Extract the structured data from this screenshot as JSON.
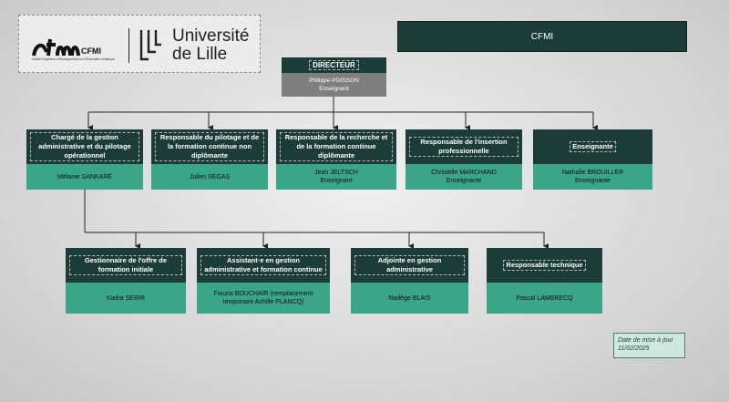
{
  "logos": {
    "cfmi_word": "CFMI",
    "cfmi_subtitle": "Institut Supérieur d'Enseignement et d'Éducation Artistique",
    "univ_line1": "Université",
    "univ_line2": "de Lille"
  },
  "banner": {
    "text": "CFMI"
  },
  "director": {
    "title": "DIRECTEUR",
    "name": "Philippe POISSON",
    "role": "Enseignant"
  },
  "row1": [
    {
      "title": "Chargé de la gestion administrative et du pilotage opérationnel",
      "name": "Mélanie SANKARÉ",
      "role": ""
    },
    {
      "title": "Responsable du pilotage et de la formation continue non diplômante",
      "name": "Julien SEGAS",
      "role": ""
    },
    {
      "title": "Responsable de la recherche et de la formation continue diplômante",
      "name": "Jean JELTSCH",
      "role": "Enseignant"
    },
    {
      "title": "Responsable de l'insertion professionnelle",
      "name": "Christelle MARCHAND",
      "role": "Enseignante"
    },
    {
      "title": "Enseignante",
      "name": "Nathalie BROUILLER",
      "role": "Enseignante"
    }
  ],
  "row2": [
    {
      "title": "Gestionnaire de l'offre de formation initiale",
      "name": "Kadra SERIR",
      "role": ""
    },
    {
      "title": "Assistant·e en gestion administrative et formation continue",
      "name": "Fouzia BOUCHAÏR (remplacement temporaire Achille PLANCQ)",
      "role": ""
    },
    {
      "title": "Adjointe en gestion administrative",
      "name": "Nadège BLAIS",
      "role": ""
    },
    {
      "title": "Responsable technique",
      "name": "Pascal LAMBRECQ",
      "role": ""
    }
  ],
  "date_note": "Date de mise à jour 11/02/2025",
  "colors": {
    "dark": "#1c3d37",
    "green": "#3aa587",
    "grey": "#7f7f7f"
  }
}
